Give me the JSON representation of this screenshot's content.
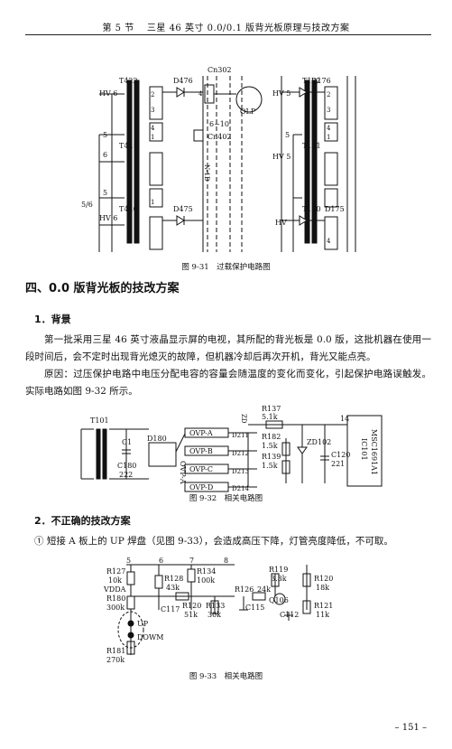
{
  "header": {
    "section": "第 5 节",
    "title": "三星 46 英寸 0.0/0.1 版背光板原理与技改方案"
  },
  "figure1": {
    "caption": "图 9-31　过载保护电路图",
    "labels": {
      "t422": "T422",
      "t421": "T421",
      "t420": "T420",
      "t122": "T122",
      "t121": "T121",
      "t120": "T120",
      "d476": "D476",
      "d475": "D475",
      "d176": "D176",
      "d175": "D175",
      "cn302": "Cn302",
      "cn402": "Cn402",
      "olp": "OLP",
      "range": "6~10",
      "hv6a": "HV 6",
      "hv6b": "HV 6",
      "hv5a": "HV 5",
      "hv5b": "HV 5",
      "hv": "HV",
      "p56": "5/6",
      "n5a": "5",
      "n5b": "5",
      "n5c": "5",
      "n6": "6",
      "n4a": "4",
      "n1a": "1",
      "n2a": "2",
      "n3a": "3",
      "n4b": "4",
      "n1b": "1",
      "np1": "1",
      "np2": "2",
      "np3": "3",
      "np4": "4",
      "np5": "4",
      "vtext": "N-1D"
    }
  },
  "section_heading": "四、0.0 版背光板的技改方案",
  "subsection1": "1．背景",
  "para1": "第一批采用三星 46 英寸液晶显示屏的电视，其所配的背光板是 0.0 版，这批机器在使用一段时间后，会不定时出现背光熄灭的故障，但机器冷却后再次开机，背光又能点亮。",
  "para2": "原因：过压保护电路中电压分配电容的容量会随温度的变化而变化，引起保护电路误触发。实际电路如图 9-32 所示。",
  "figure2": {
    "caption": "图 9-32　相关电路图",
    "labels": {
      "t101": "T101",
      "c1": "C1",
      "d180": "D180",
      "c180": "C180",
      "c180v": "222",
      "ovpa": "OVP-A",
      "ovpb": "OVP-B",
      "ovpc": "OVP-C",
      "ovpd": "OVP-D",
      "d211": "D211",
      "d212": "D212",
      "d213": "D213",
      "d214": "D214",
      "r137": "R137",
      "r137v": "5.1k",
      "r182": "R182",
      "r182v": "1.5k",
      "r139": "R139",
      "r139v": "1.5k",
      "zd102": "ZD102",
      "c120": "C120",
      "c120v": "221",
      "ic": "IC101",
      "ic2": "MSC1691A1",
      "pin14": "14",
      "ovpv": "OVP-A",
      "zd": "ZD"
    }
  },
  "subsection2": "2．不正确的技改方案",
  "para3": "① 短接 A 板上的 UP 焊盘（见图 9-33），会造成高压下降，灯管亮度降低，不可取。",
  "figure3": {
    "caption": "图 9-33　相关电路图",
    "labels": {
      "n5": "5",
      "n6": "6",
      "n7": "7",
      "n8": "8",
      "r127": "R127",
      "r127v": "10k",
      "vdda": "VDDA",
      "r180": "R180",
      "r180v": "300k",
      "r128": "R128",
      "r128v": "43k",
      "r134": "R134",
      "r134v": "100k",
      "r120a": "R120",
      "r120av": "51k",
      "c117": "C117",
      "r133": "R133",
      "r133v": "30k",
      "r126": "R126",
      "r126v": "24k",
      "c115": "C115",
      "r119": "R119",
      "r119v": "3.3k",
      "q106": "Q106",
      "c112": "C112",
      "r120b": "R120",
      "r120bv": "18k",
      "r121": "R121",
      "r121v": "11k",
      "up": "UP",
      "down": "DOWM",
      "r181": "R181",
      "r181v": "270k"
    }
  },
  "page_number": "– 151 –"
}
